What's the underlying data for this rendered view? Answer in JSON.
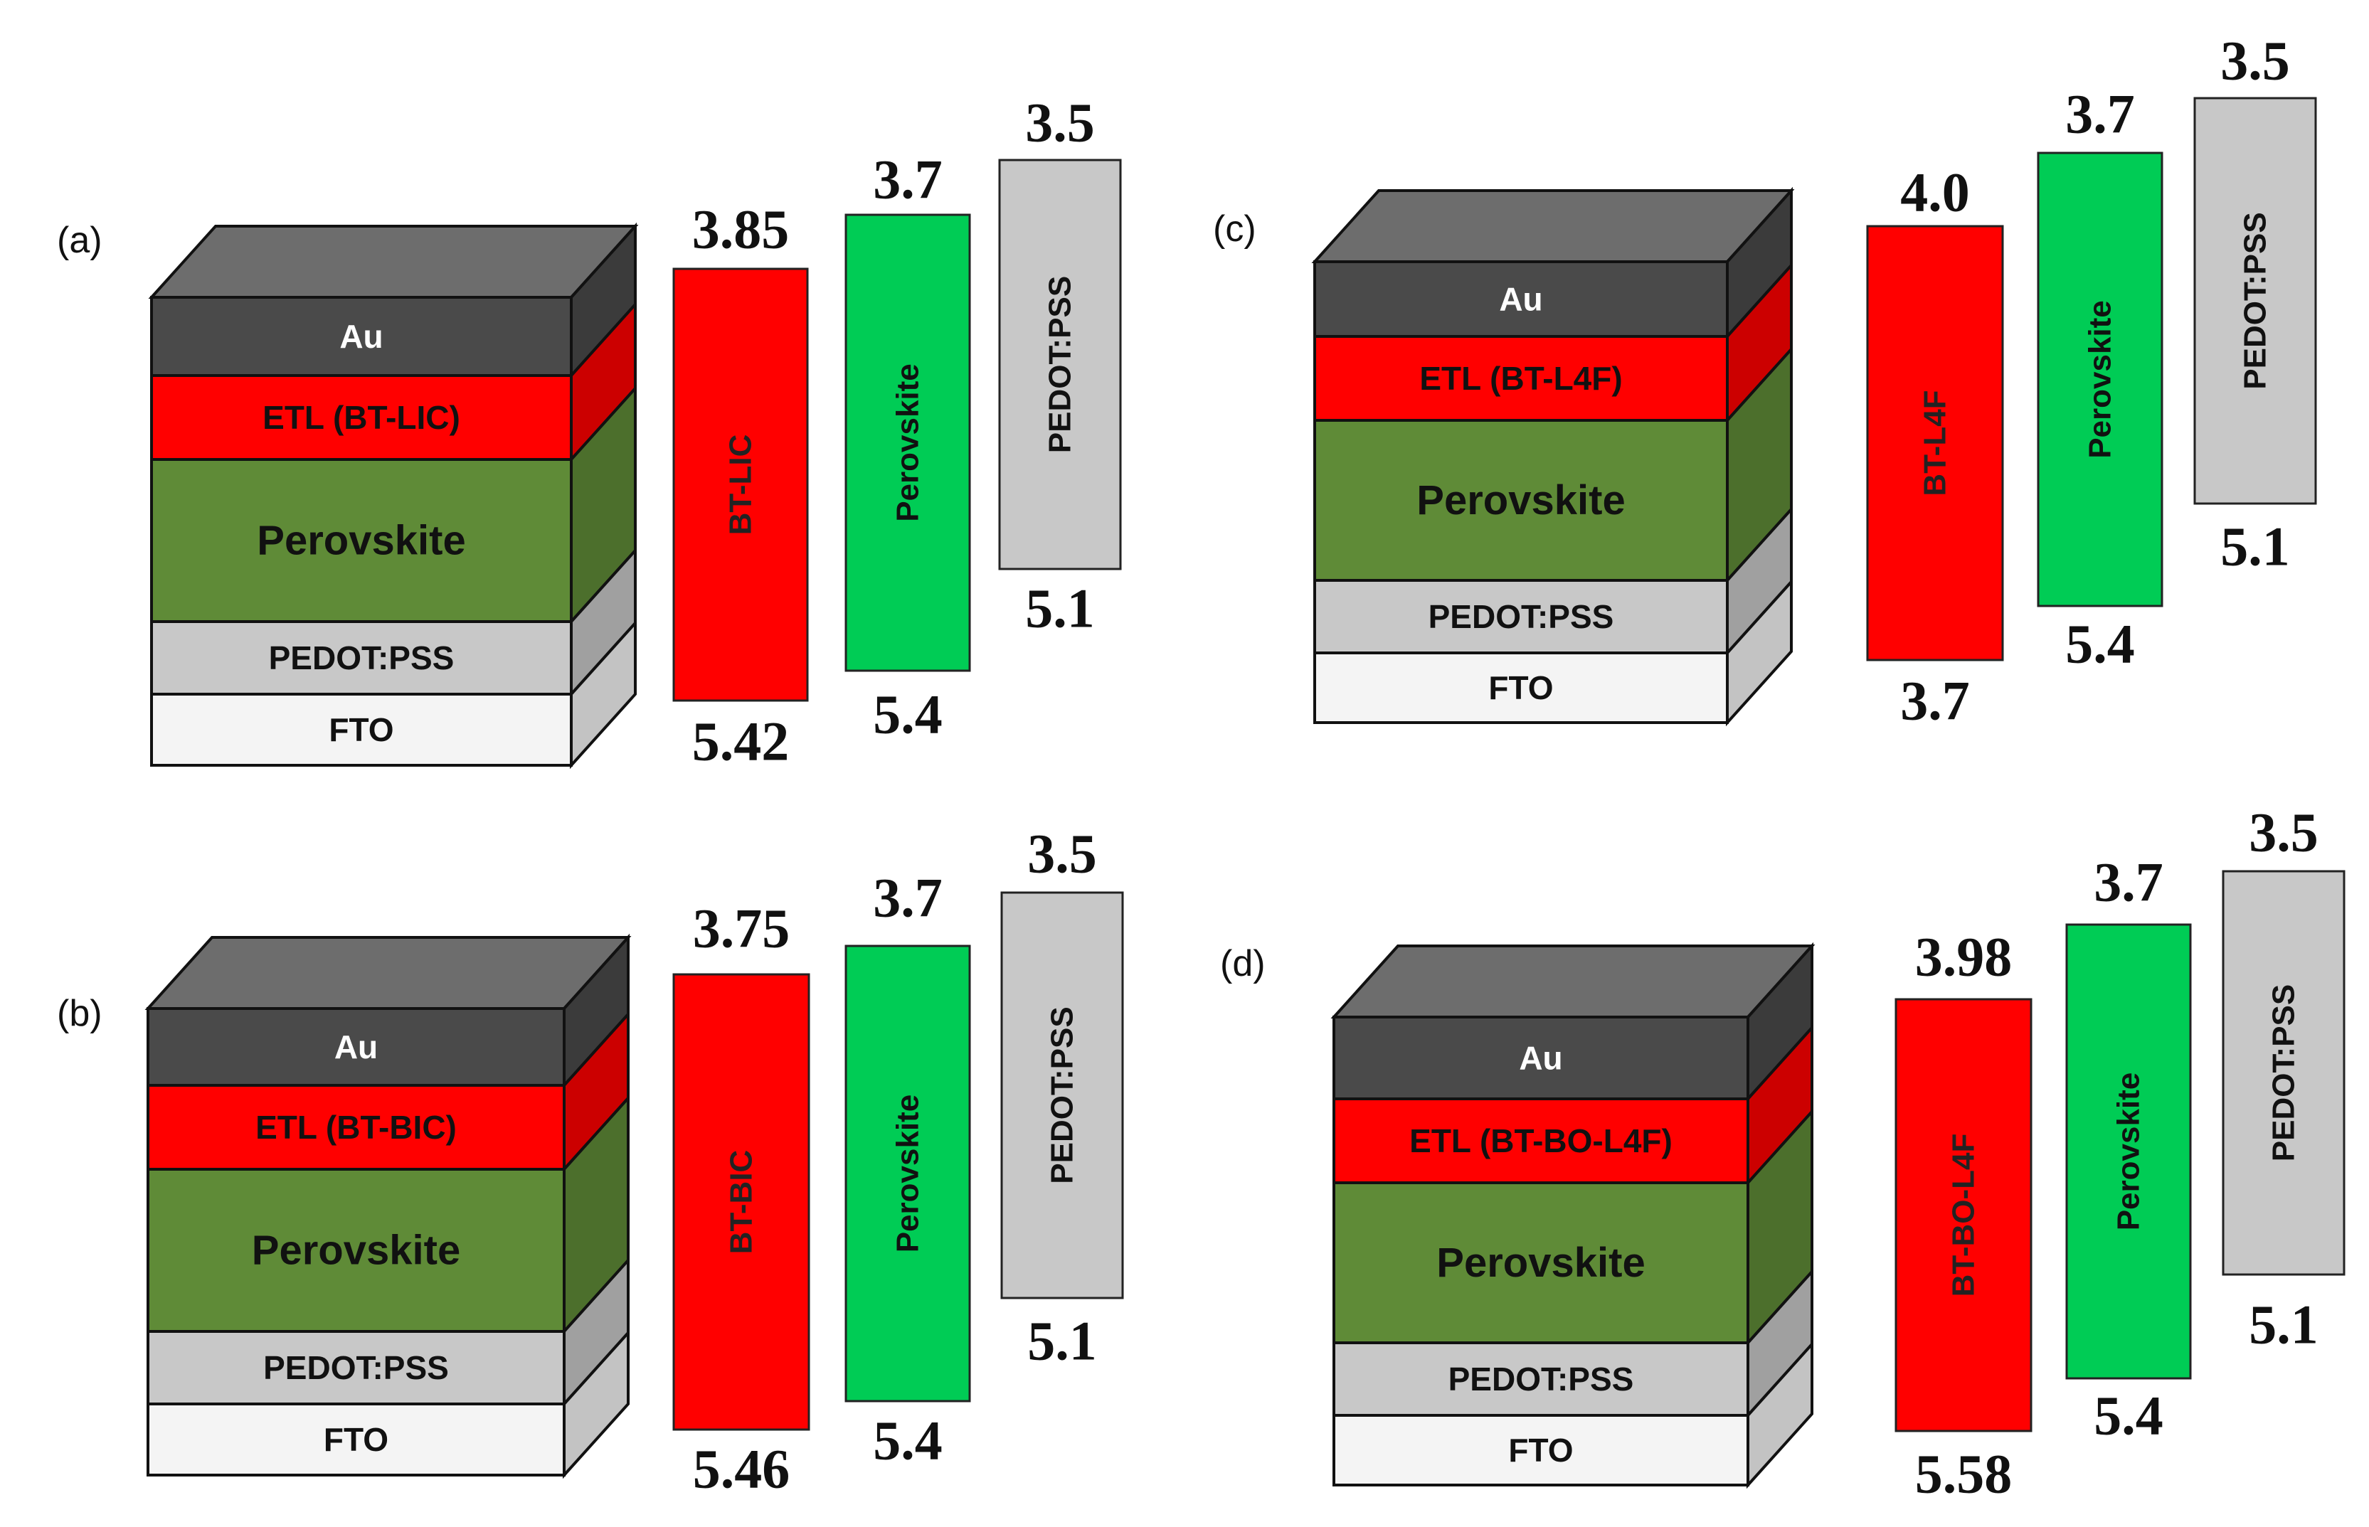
{
  "panels": [
    {
      "id": "a",
      "label": "(a)",
      "layers": [
        {
          "name": "au",
          "text": "Au"
        },
        {
          "name": "etl",
          "text": "ETL (BT-LIC)"
        },
        {
          "name": "perovskite",
          "text": "Perovskite"
        },
        {
          "name": "pedot",
          "text": "PEDOT:PSS"
        },
        {
          "name": "fto",
          "text": "FTO"
        }
      ],
      "levels": [
        {
          "name": "etl",
          "label": "BT-LIC",
          "top": "3.85",
          "bottom": "5.42"
        },
        {
          "name": "perovskite",
          "label": "Perovskite",
          "top": "3.7",
          "bottom": "5.4"
        },
        {
          "name": "pedot",
          "label": "PEDOT:PSS",
          "top": "3.5",
          "bottom": "5.1"
        }
      ]
    },
    {
      "id": "b",
      "label": "(b)",
      "layers": [
        {
          "name": "au",
          "text": "Au"
        },
        {
          "name": "etl",
          "text": "ETL (BT-BIC)"
        },
        {
          "name": "perovskite",
          "text": "Perovskite"
        },
        {
          "name": "pedot",
          "text": "PEDOT:PSS"
        },
        {
          "name": "fto",
          "text": "FTO"
        }
      ],
      "levels": [
        {
          "name": "etl",
          "label": "BT-BIC",
          "top": "3.75",
          "bottom": "5.46"
        },
        {
          "name": "perovskite",
          "label": "Perovskite",
          "top": "3.7",
          "bottom": "5.4"
        },
        {
          "name": "pedot",
          "label": "PEDOT:PSS",
          "top": "3.5",
          "bottom": "5.1"
        }
      ]
    },
    {
      "id": "c",
      "label": "(c)",
      "layers": [
        {
          "name": "au",
          "text": "Au"
        },
        {
          "name": "etl",
          "text": "ETL (BT-L4F)"
        },
        {
          "name": "perovskite",
          "text": "Perovskite"
        },
        {
          "name": "pedot",
          "text": "PEDOT:PSS"
        },
        {
          "name": "fto",
          "text": "FTO"
        }
      ],
      "levels": [
        {
          "name": "etl",
          "label": "BT-L4F",
          "top": "4.0",
          "bottom": "3.7"
        },
        {
          "name": "perovskite",
          "label": "Perovskite",
          "top": "3.7",
          "bottom": "5.4"
        },
        {
          "name": "pedot",
          "label": "PEDOT:PSS",
          "top": "3.5",
          "bottom": "5.1"
        }
      ]
    },
    {
      "id": "d",
      "label": "(d)",
      "layers": [
        {
          "name": "au",
          "text": "Au"
        },
        {
          "name": "etl",
          "text": "ETL (BT-BO-L4F)"
        },
        {
          "name": "perovskite",
          "text": "Perovskite"
        },
        {
          "name": "pedot",
          "text": "PEDOT:PSS"
        },
        {
          "name": "fto",
          "text": "FTO"
        }
      ],
      "levels": [
        {
          "name": "etl",
          "label": "BT-BO-L4F",
          "top": "3.98",
          "bottom": "5.58"
        },
        {
          "name": "perovskite",
          "label": "Perovskite",
          "top": "3.7",
          "bottom": "5.4"
        },
        {
          "name": "pedot",
          "label": "PEDOT:PSS",
          "top": "3.5",
          "bottom": "5.1"
        }
      ]
    }
  ],
  "colors": {
    "au": "#4a4a4a",
    "au_top": "#6d6d6d",
    "etl": "#ff0000",
    "perovskite": "#5f8b37",
    "pedot": "#c8c8c8",
    "fto": "#f4f4f4",
    "level_etl": "#ff0000",
    "level_perovskite": "#00cc55",
    "level_pedot": "#c8c8c8"
  }
}
